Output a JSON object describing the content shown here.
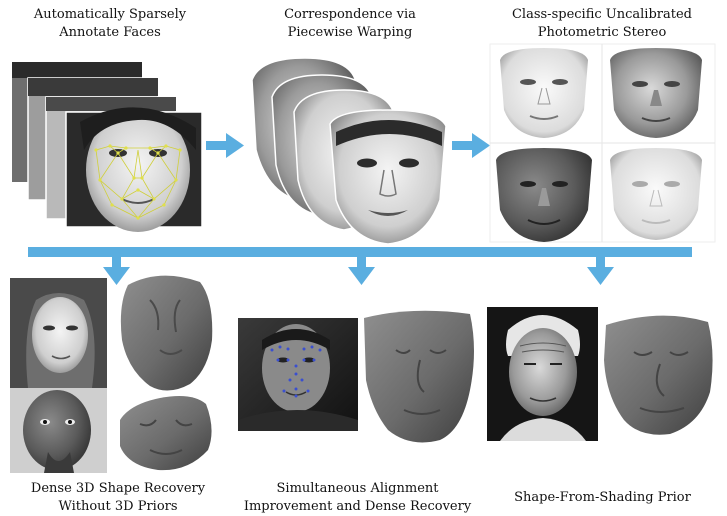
{
  "stages": {
    "annotate": {
      "line1": "Automatically Sparsely",
      "line2": "Annotate Faces"
    },
    "correspondence": {
      "line1": "Correspondence via",
      "line2": "Piecewise Warping"
    },
    "stereo": {
      "line1": "Class-specific Uncalibrated",
      "line2": "Photometric Stereo"
    }
  },
  "applications": {
    "dense": {
      "line1": "Dense 3D Shape Recovery",
      "line2": "Without 3D Priors"
    },
    "alignment": {
      "line1": "Simultaneous Alignment",
      "line2": "Improvement and Dense Recovery"
    },
    "sfs": {
      "line1": "Shape-From-Shading Prior"
    }
  },
  "colors": {
    "arrow": "#5aaee0",
    "landmark_yellow": "#d8d84a",
    "landmark_blue": "#3a4fd0"
  }
}
